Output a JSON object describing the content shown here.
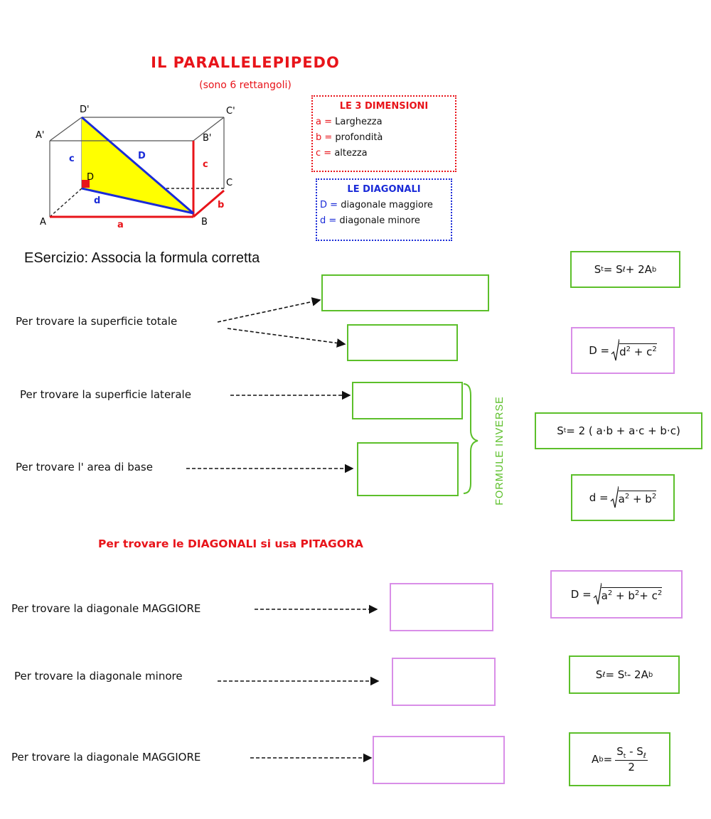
{
  "header": {
    "title": "IL  PARALLELEPIPEDO",
    "subtitle": "(sono 6 rettangoli)"
  },
  "figure": {
    "vertices": {
      "a_prime": "A'",
      "b_prime": "B'",
      "c_prime": "C'",
      "d_prime": "D'",
      "a": "A",
      "b": "B",
      "c": "C",
      "d": "D"
    },
    "edges": {
      "a": "a",
      "b": "b",
      "c_left": "c",
      "c_right": "c",
      "big_diag": "D",
      "small_diag": "d"
    },
    "colors": {
      "fill": "#ffff00",
      "red": "#e8141a",
      "blue": "#1a2bd8",
      "edge": "#555555"
    }
  },
  "dimensions_box": {
    "heading": "LE 3 DIMENSIONI",
    "items": [
      {
        "key": "a =",
        "text": "Larghezza"
      },
      {
        "key": "b =",
        "text": "profondità"
      },
      {
        "key": "c =",
        "text": "altezza"
      }
    ]
  },
  "diagonals_box": {
    "heading": "LE DIAGONALI",
    "items": [
      {
        "key": "D =",
        "text": "diagonale maggiore"
      },
      {
        "key": "d =",
        "text": "diagonale minore"
      }
    ]
  },
  "exercise": {
    "instruction": "ESercizio: Associa la formula corretta",
    "prompts": [
      "Per trovare la superficie totale",
      "Per trovare la superficie laterale",
      "Per trovare l' area di base",
      "Per trovare la diagonale MAGGIORE",
      "Per trovare la diagonale minore",
      "Per trovare la diagonale MAGGIORE"
    ],
    "inverse_label": "FORMULE INVERSE",
    "pythagoras_note": "Per trovare le DIAGONALI si usa PITAGORA"
  },
  "formulas": {
    "f1": {
      "s": "S",
      "t": "t",
      "eq": " = S",
      "l": "ℓ",
      "plus": " + 2A",
      "b": "b"
    },
    "f2": {
      "lhs": "D =",
      "a": "d",
      "e1": "2",
      "mid": " + c",
      "e2": "2"
    },
    "f3": {
      "s": "S",
      "t": "t",
      "rhs": " = 2 ( a·b + a·c + b·c)"
    },
    "f4": {
      "lhs": "d =",
      "a": "a",
      "e1": "2",
      "mid": " + b",
      "e2": "2"
    },
    "f5": {
      "lhs": "D =",
      "a": "a",
      "e1": "2",
      "mid1": " + b",
      "e2": "2",
      "mid2": "+ c",
      "e3": "2"
    },
    "f6": {
      "s": "S",
      "l": "ℓ",
      "eq": " = S",
      "t": "t",
      "minus": " - 2A",
      "b": "b"
    },
    "f7": {
      "a": "A",
      "b": "b",
      "eq": " =",
      "num_s": "S",
      "num_t": "t",
      "num_minus": " - S",
      "num_l": "ℓ",
      "den": "2"
    }
  },
  "colors": {
    "red": "#e8141a",
    "blue": "#1a2bd8",
    "green": "#5cbf2a",
    "pink": "#d98ee8"
  }
}
